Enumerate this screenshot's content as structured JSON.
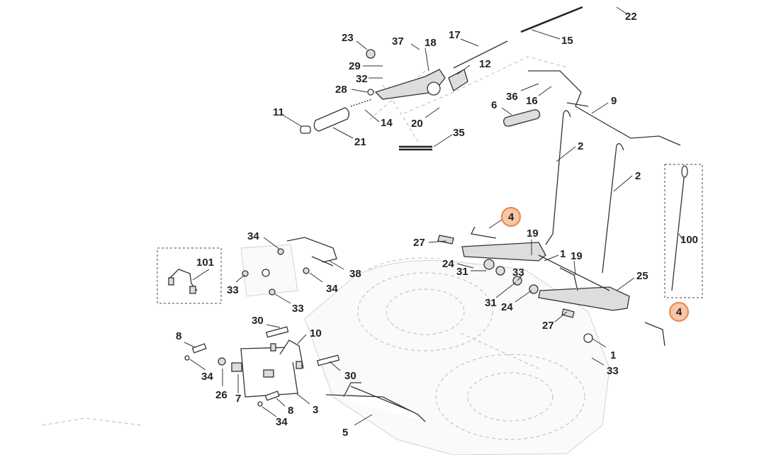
{
  "labels": {
    "l22": "22",
    "l15": "15",
    "l17": "17",
    "l37": "37",
    "l18": "18",
    "l23": "23",
    "l12": "12",
    "l29": "29",
    "l32": "32",
    "l28": "28",
    "l36": "36",
    "l16": "16",
    "l9": "9",
    "l11": "11",
    "l14": "14",
    "l6": "6",
    "l20": "20",
    "l21": "21",
    "l35": "35",
    "l2a": "2",
    "l2b": "2",
    "l4a": "4",
    "l100": "100",
    "l34a": "34",
    "l27a": "27",
    "l19a": "19",
    "l1a": "1",
    "l19b": "19",
    "l101": "101",
    "l38": "38",
    "l24a": "24",
    "l31a": "31",
    "l33a": "33",
    "l25": "25",
    "l33b": "33",
    "l34b": "34",
    "l33c": "33",
    "l31b": "31",
    "l24b": "24",
    "l4b": "4",
    "l30a": "30",
    "l10": "10",
    "l27b": "27",
    "l8a": "8",
    "l1b": "1",
    "l33d": "33",
    "l34c": "34",
    "l30b": "30",
    "l26": "26",
    "l7": "7",
    "l3": "3",
    "l8b": "8",
    "l34d": "34",
    "l5": "5"
  },
  "colors": {
    "highlight_fill": "#f6c6a6",
    "highlight_stroke": "#e8874a",
    "line": "#333333"
  }
}
